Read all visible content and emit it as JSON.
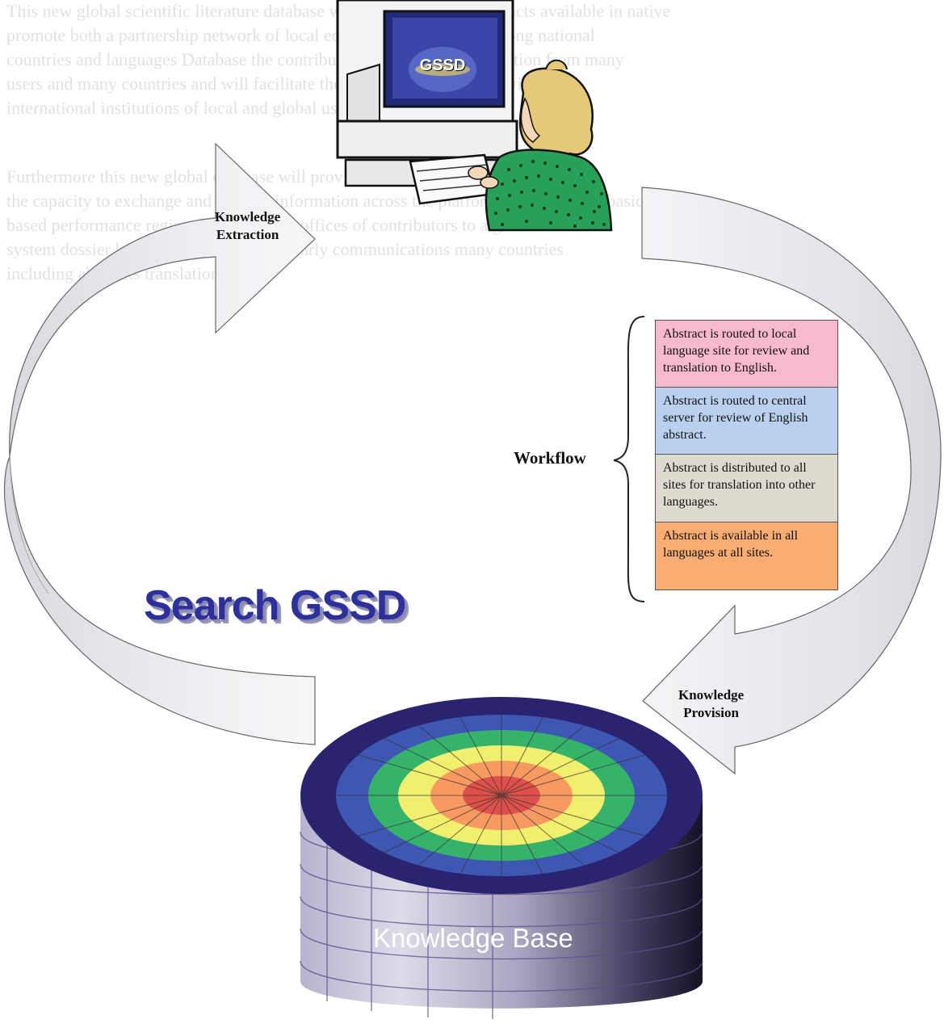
{
  "background_lines": [
    "This new global scientific literature database will make scientific abstracts available in native",
    "promote both a partnership network of local editors and translators among national",
    "countries and languages Database the contribution will capture information from many",
    "users and many countries and will facilitate the sharing of knowledge within the",
    "international institutions of local and global users to and",
    "",
    "Furthermore this new global database will provide the scientists and researchers",
    "the capacity to exchange and transfer information across the platform to many users basic",
    "based performance regional and national offices of contributors to a global database",
    "system dossier knowledge database scholarly communications many countries",
    "including abstracts translations"
  ],
  "monitor_label": "GSSD",
  "knowledge_extraction": [
    "Knowledge",
    "Extraction"
  ],
  "knowledge_provision": [
    "Knowledge",
    "Provision"
  ],
  "workflow_label": "Workflow",
  "workflow_steps": [
    {
      "text": "Abstract is routed to local language site for review and translation to English.",
      "color": "#f7b9cd"
    },
    {
      "text": "Abstract is routed to central server for review of English abstract.",
      "color": "#b9d0ee"
    },
    {
      "text": "Abstract is distributed to all sites for translation into other languages.",
      "color": "#dedad0"
    },
    {
      "text": "Abstract is available in all languages at all sites.",
      "color": "#f9ad72"
    }
  ],
  "search_title": "Search GSSD",
  "knowledge_base_label": "Knowledge Base",
  "colors": {
    "arrow_fill": "#e8e8ec",
    "arrow_stroke": "#666666",
    "db_outer": "#2a2470",
    "db_blue": "#3e57b3",
    "db_green": "#36b36a",
    "db_yellow": "#f2ee6e",
    "db_orange": "#f79a62",
    "db_red": "#e0504a",
    "search_title": "#2c2f9c"
  }
}
